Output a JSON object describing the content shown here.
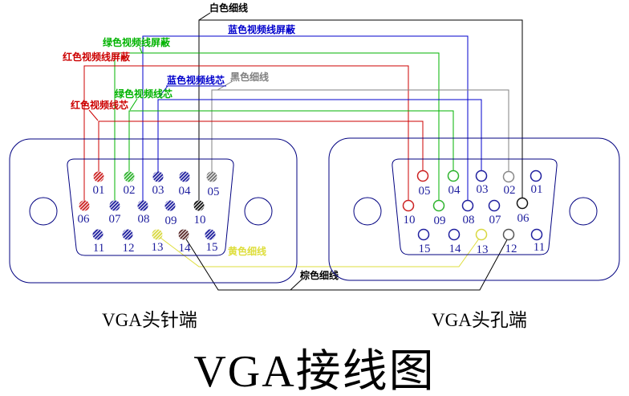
{
  "title": "VGA接线图",
  "palette": {
    "red": "#cc0000",
    "green": "#00b300",
    "blue": "#0000cc",
    "navy": "#000080",
    "number_blue": "#1f1f9e",
    "gray": "#808080",
    "yellow": "#dede3c",
    "black": "#000000"
  },
  "connectors": {
    "left": {
      "caption": "VGA头针端",
      "pins": [
        {
          "n": "01",
          "color": "#cc2222"
        },
        {
          "n": "02",
          "color": "#2db32d"
        },
        {
          "n": "03",
          "color": "#1f1f9e"
        },
        {
          "n": "04",
          "color": "#1f1f9e"
        },
        {
          "n": "05",
          "color": "#6e6e6e"
        },
        {
          "n": "06",
          "color": "#cc2222"
        },
        {
          "n": "07",
          "color": "#1f1f9e"
        },
        {
          "n": "08",
          "color": "#1f1f9e"
        },
        {
          "n": "09",
          "color": "#1f1f9e"
        },
        {
          "n": "10",
          "color": "#111111"
        },
        {
          "n": "11",
          "color": "#1f1f9e"
        },
        {
          "n": "12",
          "color": "#1f1f9e"
        },
        {
          "n": "13",
          "color": "#d8d840"
        },
        {
          "n": "14",
          "color": "#5a2a2a"
        },
        {
          "n": "15",
          "color": "#1f1f9e"
        }
      ]
    },
    "right": {
      "caption": "VGA头孔端",
      "pins": [
        {
          "n": "05",
          "color": "#cc2222"
        },
        {
          "n": "04",
          "color": "#2db32d"
        },
        {
          "n": "03",
          "color": "#1f1f9e"
        },
        {
          "n": "02",
          "color": "#888888"
        },
        {
          "n": "01",
          "color": "#1f1f9e"
        },
        {
          "n": "10",
          "color": "#cc2222"
        },
        {
          "n": "09",
          "color": "#2db32d"
        },
        {
          "n": "08",
          "color": "#1f1f9e"
        },
        {
          "n": "07",
          "color": "#1f1f9e"
        },
        {
          "n": "06",
          "color": "#111111"
        },
        {
          "n": "15",
          "color": "#1f1f9e"
        },
        {
          "n": "14",
          "color": "#1f1f9e"
        },
        {
          "n": "13",
          "color": "#d8d840"
        },
        {
          "n": "12",
          "color": "#555555"
        },
        {
          "n": "11",
          "color": "#1f1f9e"
        }
      ]
    }
  },
  "wires": [
    {
      "label": "白色细线",
      "color": "#000000",
      "from": "left-pin-10",
      "to": "right-pin-06"
    },
    {
      "label": "蓝色视频线屏蔽",
      "color": "#0000cc",
      "from": "left-pin-08",
      "to": "right-pin-08"
    },
    {
      "label": "绿色视频线屏蔽",
      "color": "#00b300",
      "from": "left-pin-07",
      "to": "right-pin-09"
    },
    {
      "label": "红色视频线屏蔽",
      "color": "#cc0000",
      "from": "left-pin-06",
      "to": "right-pin-10"
    },
    {
      "label": "黑色细线",
      "color": "#808080",
      "from": "left-pin-05",
      "to": "right-pin-02"
    },
    {
      "label": "蓝色视频线芯",
      "color": "#0000cc",
      "from": "left-pin-03",
      "to": "right-pin-03"
    },
    {
      "label": "绿色视频线芯",
      "color": "#00b300",
      "from": "left-pin-02",
      "to": "right-pin-04"
    },
    {
      "label": "红色视频线芯",
      "color": "#cc0000",
      "from": "left-pin-01",
      "to": "right-pin-05"
    },
    {
      "label": "黄色细线",
      "color": "#dede3c",
      "from": "left-pin-13",
      "to": "right-pin-13"
    },
    {
      "label": "棕色细线",
      "color": "#000000",
      "from": "left-pin-14",
      "to": "right-pin-12"
    }
  ]
}
